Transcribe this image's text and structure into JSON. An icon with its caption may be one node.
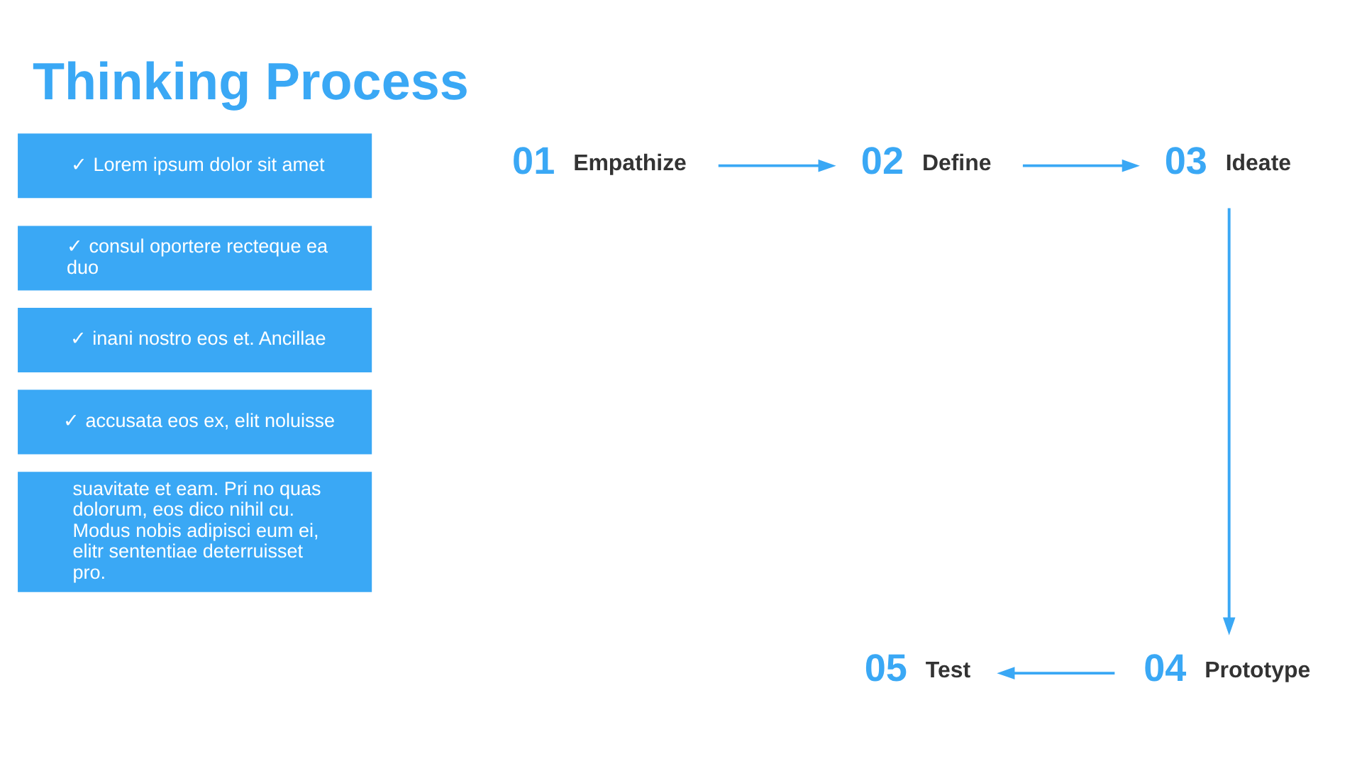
{
  "diagram": {
    "title": "Thinking Process",
    "nodes": [
      {
        "text": [
          "01",
          "Empathize"
        ]
      },
      {
        "text": [
          "02",
          "Define"
        ]
      },
      {
        "text": [
          "03",
          "Ideate"
        ]
      },
      {
        "text": [
          "04",
          "Prototype"
        ]
      },
      {
        "text": [
          "05",
          "Test"
        ]
      }
    ],
    "edges": [
      {
        "from": 0,
        "to": 1,
        "arrow": "to"
      },
      {
        "from": 1,
        "to": 2,
        "arrow": "to"
      },
      {
        "from": 2,
        "to": 3,
        "arrow": "to"
      },
      {
        "from": 3,
        "to": 4,
        "arrow": "to"
      }
    ],
    "labels": [
      "✓ Lorem ipsum dolor sit amet",
      "✓ consul oportere recteque ea duo",
      "✓ inani nostro eos et. Ancillae",
      "✓ accusata eos ex, elit noluisse",
      "suavitate et eam. Pri no quas dolorum, eos dico nihil cu. Modus nobis adipisci eum ei, elitr sententiae deterruisset pro."
    ]
  }
}
